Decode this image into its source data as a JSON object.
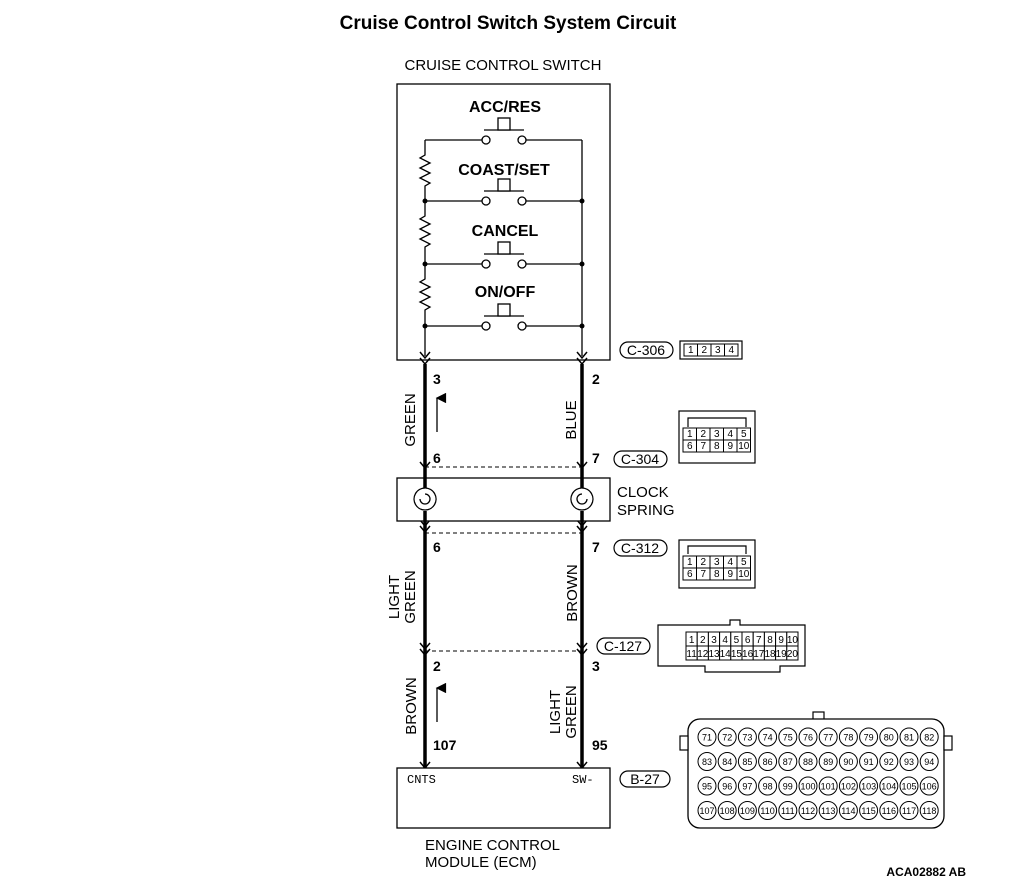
{
  "title": "Cruise Control Switch System Circuit",
  "switch_box_label": "CRUISE CONTROL SWITCH",
  "switches": [
    "ACC/RES",
    "COAST/SET",
    "CANCEL",
    "ON/OFF"
  ],
  "clock_spring_label": [
    "CLOCK",
    "SPRING"
  ],
  "ecm_label": [
    "ENGINE CONTROL",
    "MODULE (ECM)"
  ],
  "ecm_terminals": {
    "left": "CNTS",
    "right": "SW-"
  },
  "connectors": {
    "c306": {
      "id": "C-306",
      "pins": [
        "1",
        "2",
        "3",
        "4"
      ]
    },
    "c304": {
      "id": "C-304",
      "pins": [
        "1",
        "2",
        "3",
        "4",
        "5",
        "6",
        "7",
        "8",
        "9",
        "10"
      ]
    },
    "c312": {
      "id": "C-312",
      "pins": [
        "1",
        "2",
        "3",
        "4",
        "5",
        "6",
        "7",
        "8",
        "9",
        "10"
      ]
    },
    "c127": {
      "id": "C-127",
      "pins": [
        "1",
        "2",
        "3",
        "4",
        "5",
        "6",
        "7",
        "8",
        "9",
        "10",
        "11",
        "12",
        "13",
        "14",
        "15",
        "16",
        "17",
        "18",
        "19",
        "20"
      ]
    },
    "b27": {
      "id": "B-27",
      "pins": [
        "71",
        "72",
        "73",
        "74",
        "75",
        "76",
        "77",
        "78",
        "79",
        "80",
        "81",
        "82",
        "83",
        "84",
        "85",
        "86",
        "87",
        "88",
        "89",
        "90",
        "91",
        "92",
        "93",
        "94",
        "95",
        "96",
        "97",
        "98",
        "99",
        "100",
        "101",
        "102",
        "103",
        "104",
        "105",
        "106",
        "107",
        "108",
        "109",
        "110",
        "111",
        "112",
        "113",
        "114",
        "115",
        "116",
        "117",
        "118"
      ]
    }
  },
  "pins": {
    "sw_left": "3",
    "sw_right": "2",
    "cs_top_left": "6",
    "cs_top_right": "7",
    "cs_bot_left": "6",
    "cs_bot_right": "7",
    "c127_left": "2",
    "c127_right": "3",
    "ecm_left": "107",
    "ecm_right": "95"
  },
  "wires": {
    "left_upper": "GREEN",
    "right_upper": "BLUE",
    "left_mid": [
      "LIGHT",
      "GREEN"
    ],
    "right_mid": "BROWN",
    "left_lower": "BROWN",
    "right_lower": [
      "LIGHT",
      "GREEN"
    ]
  },
  "figure_code": "ACA02882 AB"
}
